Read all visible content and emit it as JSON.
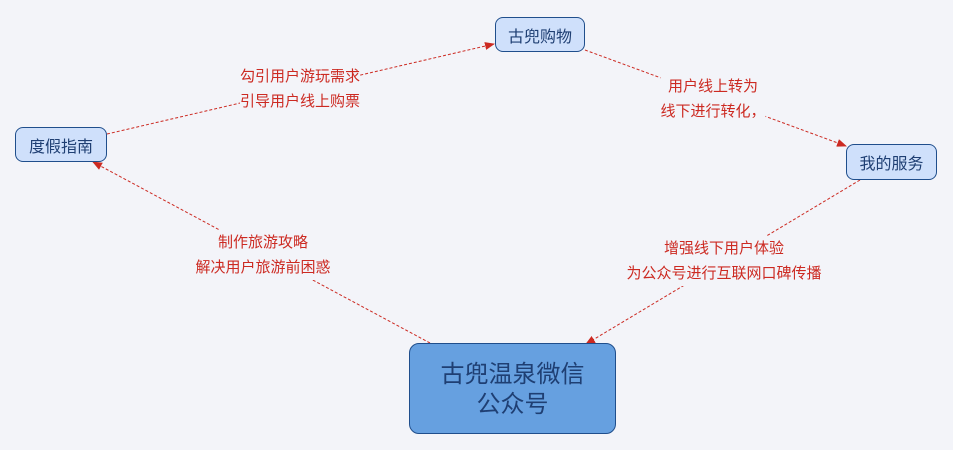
{
  "nodes": {
    "guide": "度假指南",
    "shop": "古兜购物",
    "service": "我的服务",
    "main_line1": "古兜温泉微信",
    "main_line2": "公众号"
  },
  "edges": {
    "guide_to_shop": [
      "勾引用户游玩需求",
      "引导用户线上购票"
    ],
    "shop_to_service": [
      "用户线上转为",
      "线下进行转化，"
    ],
    "service_to_main": [
      "增强线下用户体验",
      "为公众号进行互联网口碑传播"
    ],
    "main_to_guide": [
      "制作旅游攻略",
      "解决用户旅游前困惑"
    ]
  },
  "colors": {
    "edge": "#cc2a22",
    "node_fill": "#cfe0fb",
    "main_fill": "#66a0e0",
    "border": "#1f4e8c"
  }
}
